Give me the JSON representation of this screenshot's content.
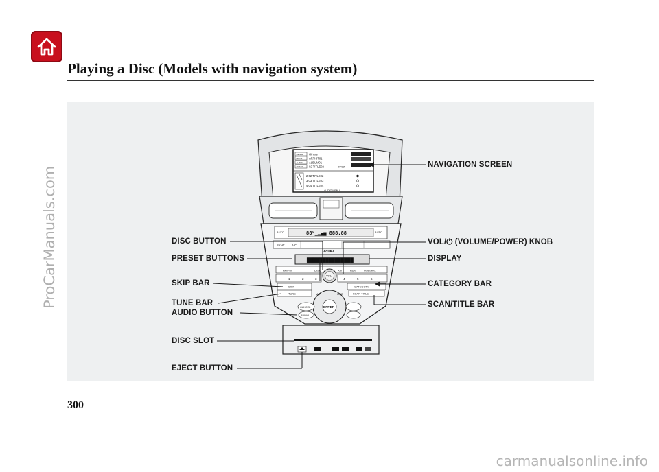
{
  "header": {
    "home_icon": "home-icon",
    "title": "Playing a Disc (Models with navigation system)"
  },
  "colors": {
    "home_button": "#c8101e",
    "figure_background": "#eef0f1"
  },
  "callouts": {
    "navigation_screen": "NAVIGATION SCREEN",
    "disc_button": "DISC BUTTON",
    "vol_knob": "VOL/⏻ (VOLUME/POWER) KNOB",
    "preset_buttons": "PRESET BUTTONS",
    "display": "DISPLAY",
    "skip_bar": "SKIP BAR",
    "category_bar": "CATEGORY BAR",
    "tune_bar": "TUNE BAR",
    "scan_title_bar": "SCAN/TITLE BAR",
    "audio_button": "AUDIO BUTTON",
    "disc_slot": "DISC SLOT",
    "eject_button": "EJECT BUTTON"
  },
  "screen": {
    "tags": [
      "GENRE",
      "ARTIST",
      "ALBUM",
      "TRACK"
    ],
    "rows": [
      "Others",
      "ARTIST01",
      "ALBUM01",
      "02 TITLE02"
    ],
    "elapsed": "00'02\"",
    "list": [
      "2  02  TITLE02",
      "3  03  TITLE03",
      "4  04  TITLE04"
    ],
    "menu": "AUDIO MENU"
  },
  "panel": {
    "brand": "ACURA",
    "auto": "AUTO",
    "sync": "SYNC",
    "ac": "A/C",
    "am_fm": "AM/FM",
    "disc": "DISC",
    "aux": "AUX",
    "xm": "XM",
    "usb": "USB/AUX",
    "vol": "VOL",
    "presets": [
      "1",
      "2",
      "3",
      "4",
      "5",
      "6"
    ],
    "skip": "SKIP",
    "tune": "TUNE",
    "category": "CATEGORY",
    "scan_title": "SCAN TITLE",
    "enter": "ENTER",
    "cancel": "CANCEL",
    "audio": "AUDIO",
    "info": "INFO",
    "map": "MAP"
  },
  "footer": {
    "page_number": "300"
  },
  "watermarks": {
    "side": "ProCarManuals.com",
    "bottom": "carmanualsonline.info"
  }
}
